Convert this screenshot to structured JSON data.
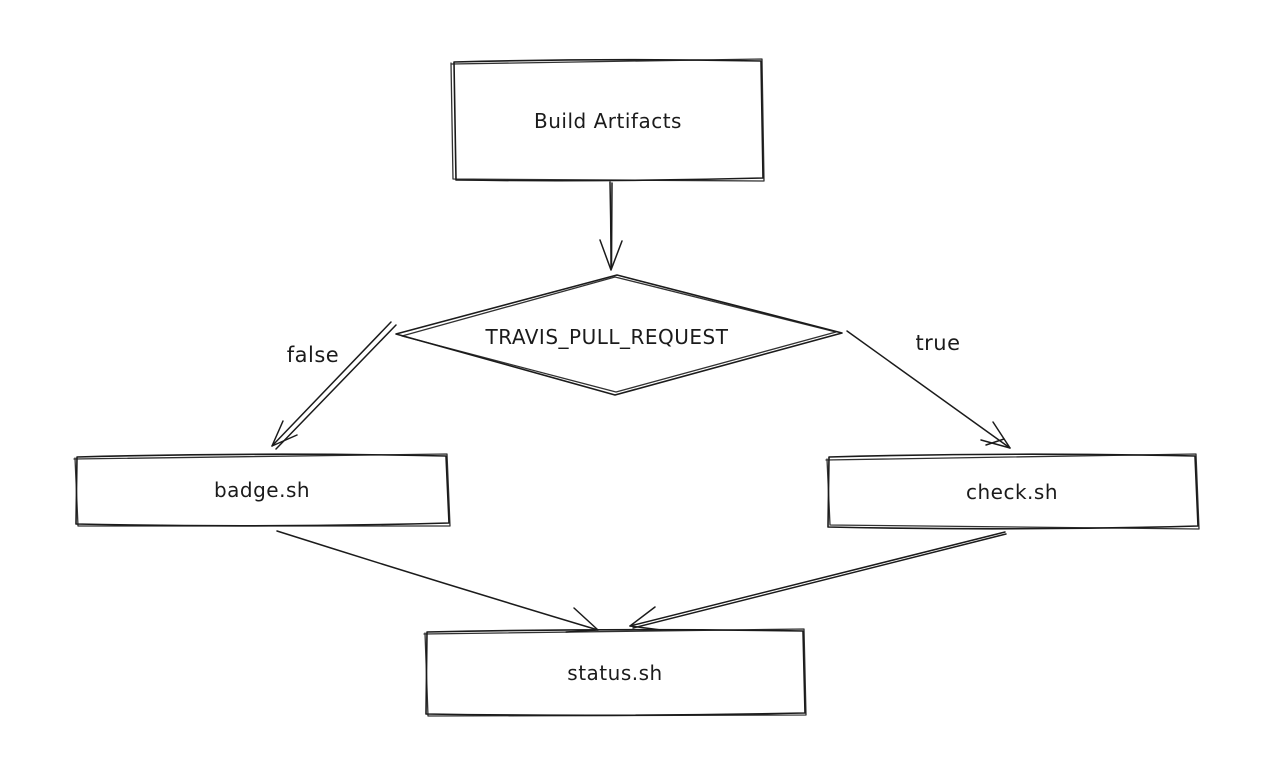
{
  "diagram": {
    "background_color": "#ffffff",
    "stroke_color": "#1b1b1b",
    "style": "hand-drawn-sketch",
    "nodes": [
      {
        "id": "build-artifacts",
        "shape": "rectangle",
        "label": "Build Artifacts"
      },
      {
        "id": "travis-pull-request",
        "shape": "diamond",
        "label": "TRAVIS_PULL_REQUEST"
      },
      {
        "id": "badge-sh",
        "shape": "rectangle",
        "label": "badge.sh"
      },
      {
        "id": "check-sh",
        "shape": "rectangle",
        "label": "check.sh"
      },
      {
        "id": "status-sh",
        "shape": "rectangle",
        "label": "status.sh"
      }
    ],
    "edges": [
      {
        "from": "build-artifacts",
        "to": "travis-pull-request",
        "label": ""
      },
      {
        "from": "travis-pull-request",
        "to": "badge-sh",
        "label": "false"
      },
      {
        "from": "travis-pull-request",
        "to": "check-sh",
        "label": "true"
      },
      {
        "from": "badge-sh",
        "to": "status-sh",
        "label": ""
      },
      {
        "from": "check-sh",
        "to": "status-sh",
        "label": ""
      }
    ]
  }
}
